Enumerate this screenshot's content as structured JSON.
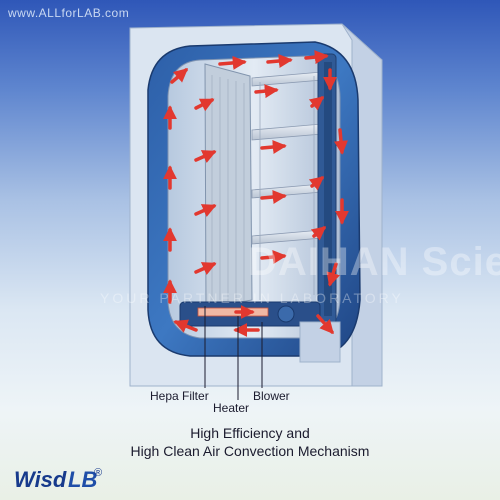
{
  "header": {
    "site_url": "www.ALLforLAB.com"
  },
  "watermark": {
    "line1": "DAIHAN Scientific",
    "line2": "YOUR PARTNER IN LABORATORY"
  },
  "labels": {
    "hepa_filter": "Hepa Filter",
    "heater": "Heater",
    "blower": "Blower"
  },
  "caption": {
    "line1": "High Efficiency and",
    "line2": "High Clean Air Convection Mechanism"
  },
  "brand": {
    "name": "Wisd",
    "mark": "LB",
    "registered": "®"
  },
  "colors": {
    "arrow": "#e2382f",
    "cabinet": "#d5e0ef",
    "chamber": "#2b4f8c",
    "shelf": "#c9ced6",
    "text": "#1b1b2e",
    "brand": "#173a8c"
  }
}
